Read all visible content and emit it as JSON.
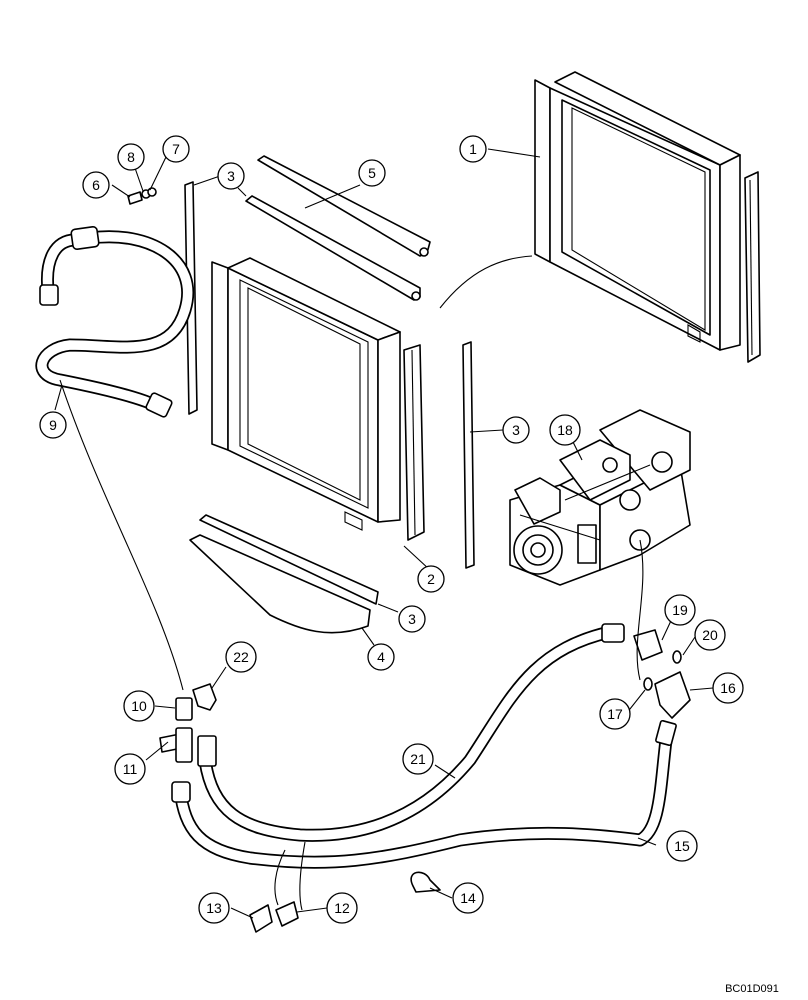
{
  "document_id": "BC01D091",
  "callouts": [
    {
      "id": "c1",
      "label": "1"
    },
    {
      "id": "c2",
      "label": "2"
    },
    {
      "id": "c3a",
      "label": "3"
    },
    {
      "id": "c3b",
      "label": "3"
    },
    {
      "id": "c3c",
      "label": "3"
    },
    {
      "id": "c4",
      "label": "4"
    },
    {
      "id": "c5",
      "label": "5"
    },
    {
      "id": "c6",
      "label": "6"
    },
    {
      "id": "c7",
      "label": "7"
    },
    {
      "id": "c8",
      "label": "8"
    },
    {
      "id": "c9",
      "label": "9"
    },
    {
      "id": "c10",
      "label": "10"
    },
    {
      "id": "c11",
      "label": "11"
    },
    {
      "id": "c12",
      "label": "12"
    },
    {
      "id": "c13",
      "label": "13"
    },
    {
      "id": "c14",
      "label": "14"
    },
    {
      "id": "c15",
      "label": "15"
    },
    {
      "id": "c16",
      "label": "16"
    },
    {
      "id": "c17",
      "label": "17"
    },
    {
      "id": "c18",
      "label": "18"
    },
    {
      "id": "c19",
      "label": "19"
    },
    {
      "id": "c20",
      "label": "20"
    },
    {
      "id": "c21",
      "label": "21"
    },
    {
      "id": "c22",
      "label": "22"
    }
  ]
}
